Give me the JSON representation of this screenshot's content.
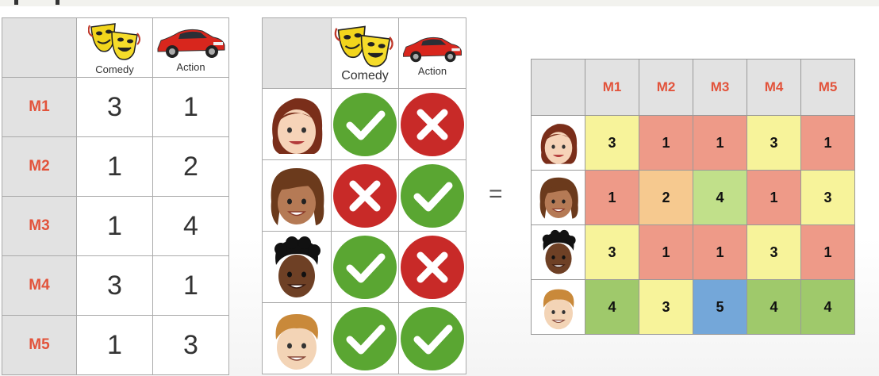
{
  "genres": {
    "comedy": "Comedy",
    "action": "Action"
  },
  "movie_table": {
    "rows": [
      {
        "label": "M1",
        "comedy": "3",
        "action": "1"
      },
      {
        "label": "M2",
        "comedy": "1",
        "action": "2"
      },
      {
        "label": "M3",
        "comedy": "1",
        "action": "4"
      },
      {
        "label": "M4",
        "comedy": "3",
        "action": "1"
      },
      {
        "label": "M5",
        "comedy": "1",
        "action": "3"
      }
    ]
  },
  "user_table": {
    "rows": [
      {
        "user": "user-1",
        "comedy": "check",
        "action": "cross"
      },
      {
        "user": "user-2",
        "comedy": "cross",
        "action": "check"
      },
      {
        "user": "user-3",
        "comedy": "check",
        "action": "cross"
      },
      {
        "user": "user-4",
        "comedy": "check",
        "action": "check"
      }
    ]
  },
  "equals_sign": "=",
  "result_table": {
    "columns": [
      "M1",
      "M2",
      "M3",
      "M4",
      "M5"
    ],
    "rows": [
      {
        "values": [
          "3",
          "1",
          "1",
          "3",
          "1"
        ]
      },
      {
        "values": [
          "1",
          "2",
          "4",
          "1",
          "3"
        ]
      },
      {
        "values": [
          "3",
          "1",
          "1",
          "3",
          "1"
        ]
      },
      {
        "values": [
          "4",
          "3",
          "5",
          "4",
          "4"
        ]
      }
    ]
  },
  "colors": {
    "movie_label": "#e2533b",
    "check": "#5aa632",
    "cross": "#c82a28",
    "score_1": "#ee9a88",
    "score_2": "#f6c98f",
    "score_3": "#f7f39a",
    "score_4": "#c1e08a",
    "score_4_alt": "#9fc96b",
    "score_5": "#74a7d9"
  }
}
